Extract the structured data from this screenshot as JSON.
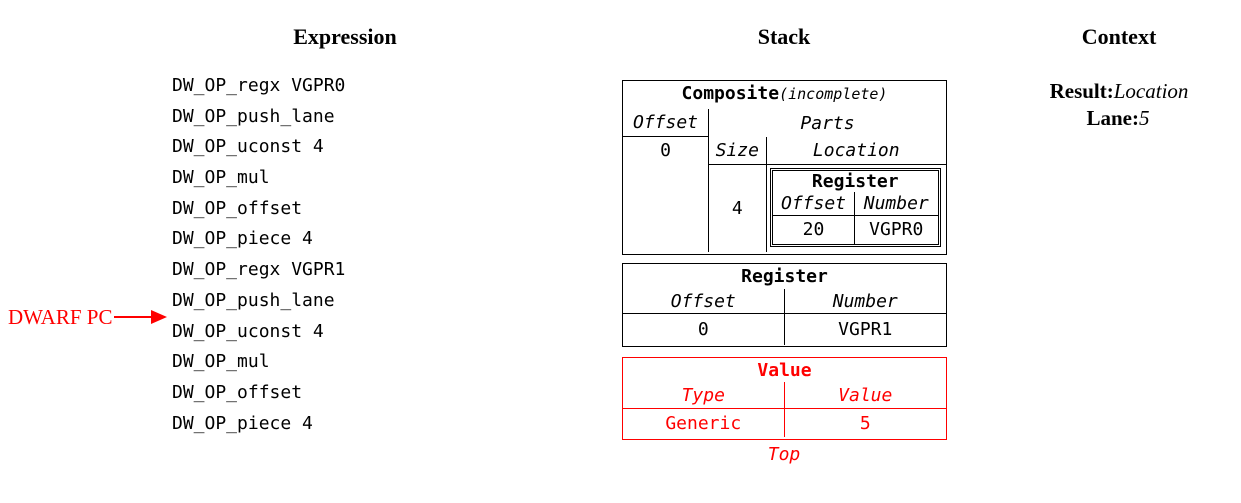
{
  "colors": {
    "accent_red": "#ff0000",
    "foreground": "#000000",
    "background": "#ffffff"
  },
  "expression": {
    "header": "Expression",
    "items": [
      "DW_OP_regx VGPR0",
      "DW_OP_push_lane",
      "DW_OP_uconst 4",
      "DW_OP_mul",
      "DW_OP_offset",
      "DW_OP_piece 4",
      "DW_OP_regx VGPR1",
      "DW_OP_push_lane",
      "DW_OP_uconst 4",
      "DW_OP_mul",
      "DW_OP_offset",
      "DW_OP_piece 4"
    ],
    "pc": {
      "label": "DWARF PC",
      "target_item_index": 8
    }
  },
  "stack": {
    "header": "Stack",
    "composite": {
      "title": "Composite",
      "qualifier": "(incomplete)",
      "offset_header": "Offset",
      "offset_value": "0",
      "parts_header": "Parts",
      "size_header": "Size",
      "location_header": "Location",
      "part": {
        "size_value": "4",
        "register": {
          "title": "Register",
          "offset_header": "Offset",
          "number_header": "Number",
          "offset_value": "20",
          "number_value": "VGPR0"
        }
      }
    },
    "register": {
      "title": "Register",
      "offset_header": "Offset",
      "number_header": "Number",
      "offset_value": "0",
      "number_value": "VGPR1"
    },
    "value": {
      "title": "Value",
      "type_header": "Type",
      "value_header": "Value",
      "type_value": "Generic",
      "value_value": "5"
    },
    "top_label": "Top"
  },
  "context": {
    "header": "Context",
    "result_label": "Result:",
    "result_value": "Location",
    "lane_label": "Lane:",
    "lane_value": "5"
  }
}
